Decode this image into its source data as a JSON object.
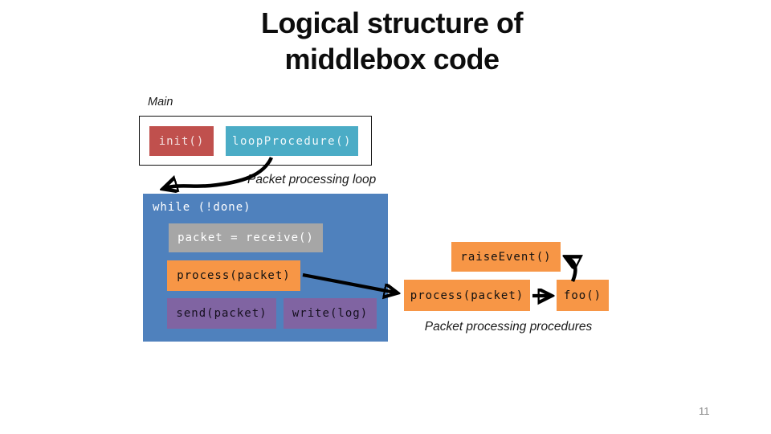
{
  "title": {
    "line1": "Logical structure of",
    "line2": "middlebox code"
  },
  "labels": {
    "main": "Main",
    "packet_processing_loop": "Packet processing loop",
    "packet_processing_procedures": "Packet processing procedures"
  },
  "main_box": {
    "init": "init()",
    "loop_procedure": "loopProcedure()"
  },
  "loop_box": {
    "while_statement": "while (!done)",
    "receive": "packet = receive()",
    "process": "process(packet)",
    "send": "send(packet)",
    "write": "write(log)"
  },
  "procedures": {
    "raise_event": "raiseEvent()",
    "process": "process(packet)",
    "foo": "foo()"
  },
  "page_number": "11",
  "colors": {
    "init_box": "#c0504d",
    "loop_procedure_box": "#4bacc6",
    "loop_background": "#4f81bd",
    "receive_box": "#a6a6a6",
    "procedure_boxes": "#f79646",
    "send_write_boxes": "#8064a2",
    "title_text": "#0d0d0d",
    "arrows": "#000000"
  }
}
